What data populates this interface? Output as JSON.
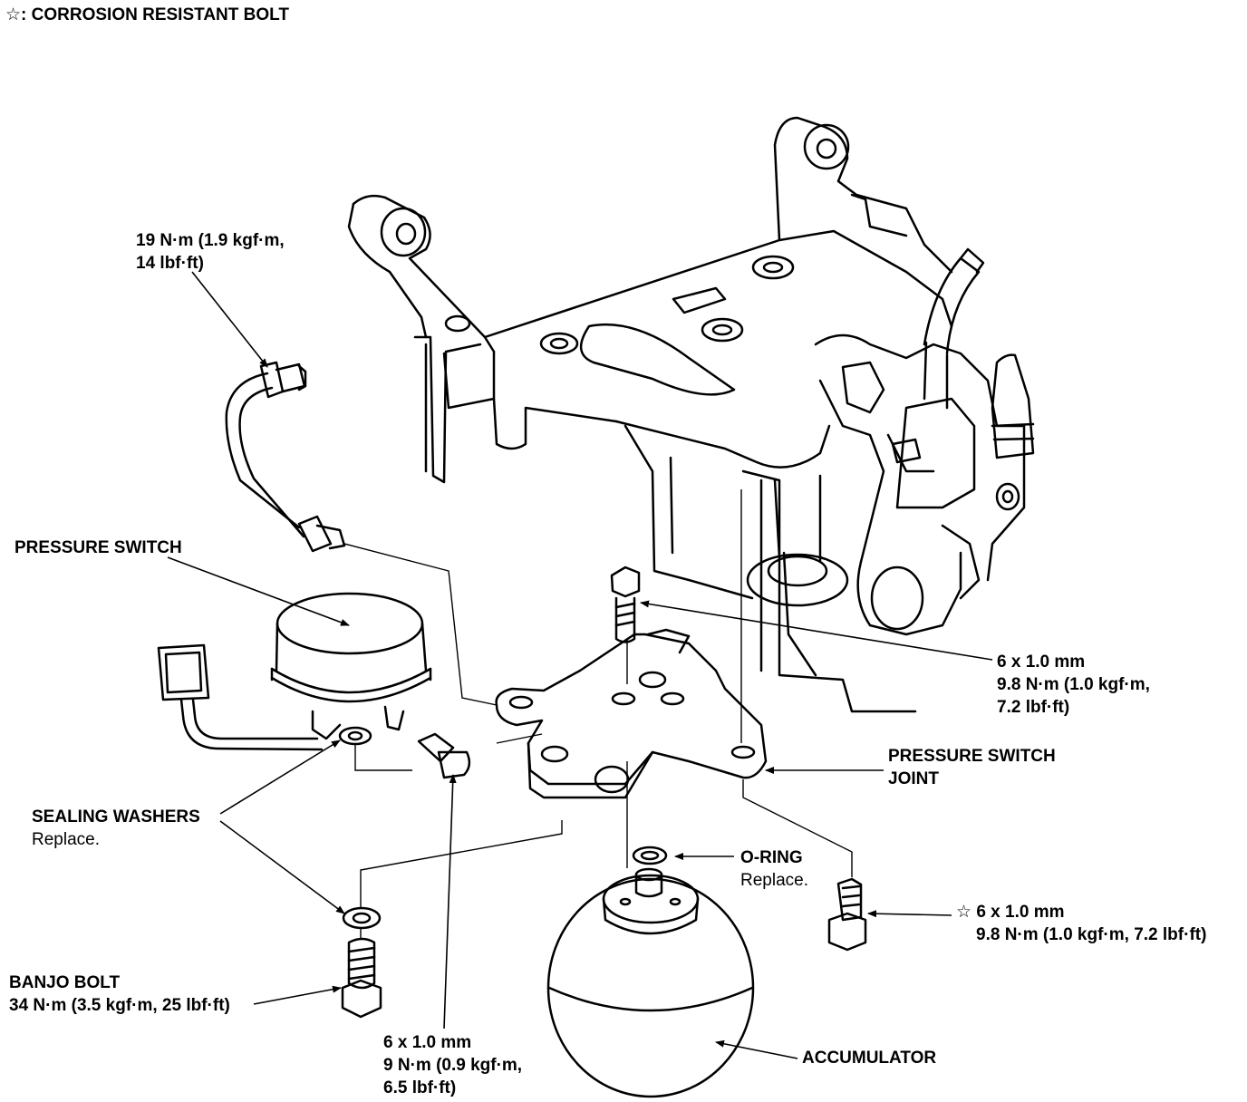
{
  "legend": {
    "symbol": "☆",
    "text": ": CORROSION RESISTANT BOLT"
  },
  "callouts": {
    "pipe_torque": {
      "line1": "19 N·m (1.9 kgf·m,",
      "line2": "14 lbf·ft)"
    },
    "pressure_switch": {
      "line1": "PRESSURE SWITCH"
    },
    "sealing_washers": {
      "line1": "SEALING WASHERS",
      "line2": "Replace."
    },
    "banjo_bolt": {
      "line1": "BANJO BOLT",
      "line2": "34 N·m (3.5 kgf·m, 25 lbf·ft)"
    },
    "bolt_lower": {
      "line1": "6 x 1.0 mm",
      "line2": "9 N·m (0.9 kgf·m,",
      "line3": "6.5 lbf·ft)"
    },
    "bolt_upper": {
      "line1": "6 x 1.0 mm",
      "line2": "9.8 N·m (1.0 kgf·m,",
      "line3": "7.2 lbf·ft)"
    },
    "pressure_switch_joint": {
      "line1": "PRESSURE SWITCH",
      "line2": "JOINT"
    },
    "o_ring": {
      "line1": "O-RING",
      "line2": "Replace."
    },
    "bolt_corrosion": {
      "symbol": "☆",
      "line1": "6 x 1.0 mm",
      "line2": "9.8 N·m (1.0 kgf·m, 7.2 lbf·ft)"
    },
    "accumulator": {
      "line1": "ACCUMULATOR"
    }
  }
}
